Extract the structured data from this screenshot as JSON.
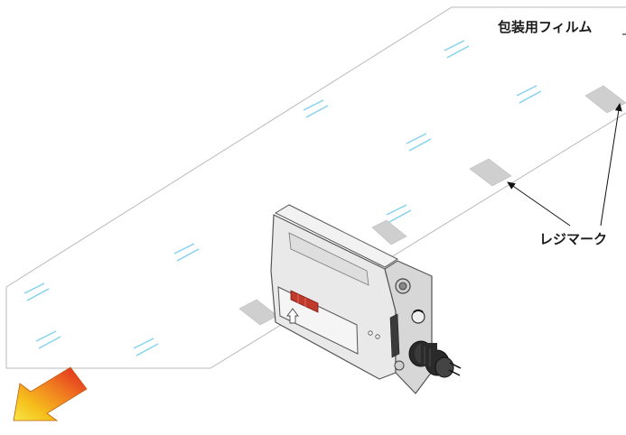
{
  "labels": {
    "film": "包装用フィルム",
    "registration_mark": "レジマーク"
  },
  "colors": {
    "film_outline": "#b8b8b8",
    "glare_marks": "#7fd0ee",
    "registration_marks": "#cfcfcf",
    "sensor_body": "#e9e9e9",
    "sensor_outline": "#555555",
    "sensor_window": "#c0392b",
    "connector": "#2a2a2a",
    "arrow_gradient": [
      "#e02020",
      "#f07a20",
      "#f6c21c",
      "#f7e84a"
    ]
  },
  "icons": {
    "sensor": "photoelectric-mark-sensor",
    "direction_arrow": "film-travel-direction-arrow"
  }
}
